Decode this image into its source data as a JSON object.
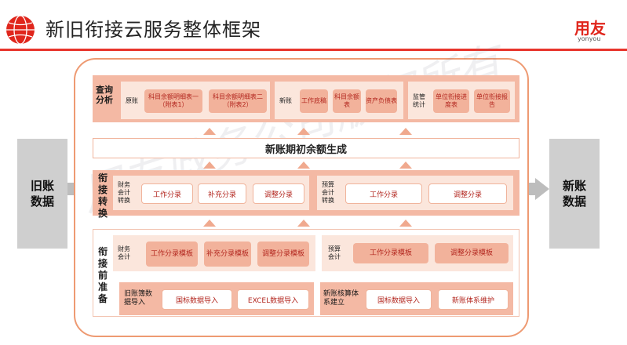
{
  "header": {
    "title": "新旧衔接云服务整体框架",
    "logo_main": "用友",
    "logo_sub": "yonyou"
  },
  "colors": {
    "accent": "#e8352c",
    "band": "#f4b9a4",
    "pill": "#f2b29b",
    "frame": "#ee9a72",
    "side": "#cfcfcf"
  },
  "left_box": "旧账\n数据",
  "right_box": "新账\n数据",
  "query": {
    "label": "查询\n分析",
    "old_label": "原账",
    "old_items": [
      "科目余额明细表一（附表1）",
      "科目余额明细表二（附表2）"
    ],
    "new_label": "新账",
    "new_items": [
      "工作底稿",
      "科目余额表",
      "资产负债表"
    ],
    "reg_label": "监管统计",
    "reg_items": [
      "单位衔接进度表",
      "单位衔接报告"
    ]
  },
  "generate": {
    "label": "新账期初余额生成"
  },
  "convert": {
    "label": "衔接转换",
    "fin_label": "财务会计转换",
    "fin_items": [
      "工作分录",
      "补充分录",
      "调整分录"
    ],
    "bud_label": "预算会计转换",
    "bud_items": [
      "工作分录",
      "调整分录"
    ]
  },
  "prepare": {
    "label": "衔接前准备",
    "fin_label": "财务会计",
    "fin_items": [
      "工作分录模板",
      "补充分录模板",
      "调整分录模板"
    ],
    "bud_label": "预算会计",
    "bud_items": [
      "工作分录模板",
      "调整分录模板"
    ],
    "old_import_label": "旧账簿数据导入",
    "old_import_items": [
      "国标数据导入",
      "EXCEL数据导入"
    ],
    "new_sys_label": "新账核算体系建立",
    "new_sys_items": [
      "国标数据导入",
      "新账体系维护"
    ]
  },
  "watermark": "用友政务公司版权所有"
}
